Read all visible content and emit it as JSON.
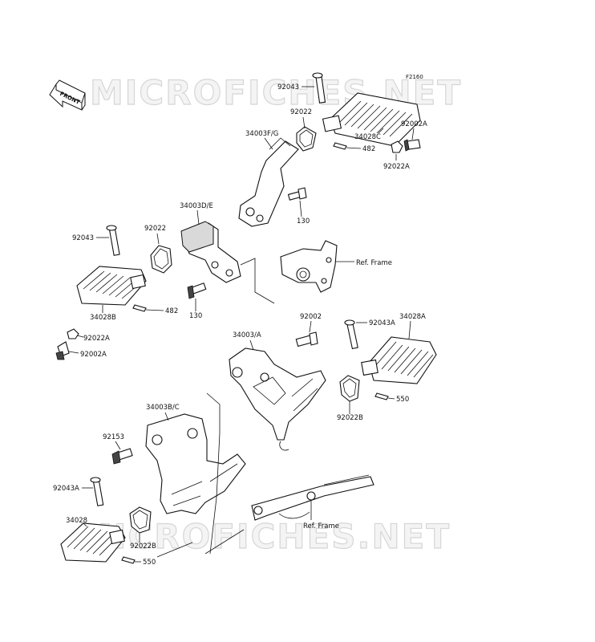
{
  "watermark": "MICROFICHES.NET",
  "figure_code": "F2160",
  "front_badge": "FRONT",
  "labels": {
    "p92043_top": "92043",
    "p92022_top": "92022",
    "p34003FG": "34003F/G",
    "p34028C": "34028C",
    "p92002A_top": "92002A",
    "p482_top": "482",
    "p92022A_top": "92022A",
    "p130_top": "130",
    "p34003DE": "34003D/E",
    "p92022_mid": "92022",
    "p92043_left": "92043",
    "p482_left": "482",
    "p130_mid": "130",
    "p34028B": "34028B",
    "p92022A_left": "92022A",
    "p92002A_left": "92002A",
    "ref_frame_top": "Ref. Frame",
    "p92002_mid": "92002",
    "p34003A": "34003/A",
    "p92043A_right": "92043A",
    "p34028A": "34028A",
    "p550_right": "550",
    "p92022B_right": "92022B",
    "p34003BC": "34003B/C",
    "p92153": "92153",
    "p92043A_left": "92043A",
    "p34028": "34028",
    "p92022B_left": "92022B",
    "p550_left": "550",
    "ref_frame_bottom": "Ref. Frame"
  }
}
